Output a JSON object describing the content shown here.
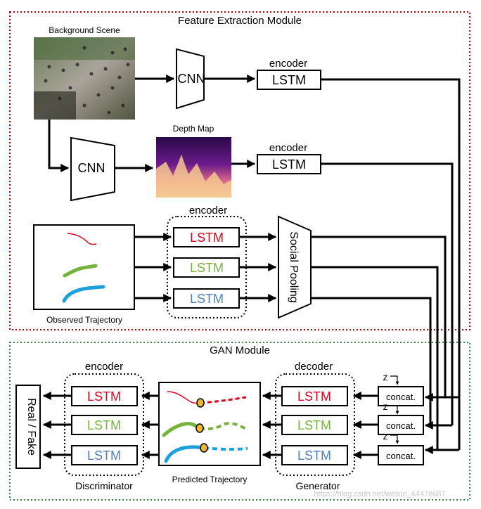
{
  "feature_module": {
    "title": "Feature Extraction Module",
    "background_scene_label": "Background Scene",
    "depth_map_label": "Depth Map",
    "cnn_top": "CNN",
    "cnn_mid": "CNN",
    "encoder_top_label": "encoder",
    "encoder_mid_label": "encoder",
    "encoder_traj_label": "encoder",
    "lstm_top": "LSTM",
    "lstm_mid": "LSTM",
    "traj_lstms": [
      "LSTM",
      "LSTM",
      "LSTM"
    ],
    "social_pooling": "Social Pooling",
    "observed_label": "Observed Trajectory"
  },
  "gan_module": {
    "title": "GAN Module",
    "discriminator_encoder_label": "encoder",
    "generator_decoder_label": "decoder",
    "discriminator_lstms": [
      "LSTM",
      "LSTM",
      "LSTM"
    ],
    "generator_lstms": [
      "LSTM",
      "LSTM",
      "LSTM"
    ],
    "real_fake": "Real / Fake",
    "discriminator_label": "Discriminator",
    "generator_label": "Generator",
    "predicted_label": "Predicted Trajectory",
    "concat_labels": [
      "concat.",
      "concat.",
      "concat."
    ],
    "z_labels": [
      "z",
      "z",
      "z"
    ]
  },
  "watermark": "https://blog.csdn.net/weixin_44478687",
  "colors": {
    "feature_border": "#c00000",
    "gan_border": "#2e8b3c",
    "red": "#e3001b",
    "green": "#74b43a",
    "blue": "#4e7fbf",
    "traj_blue": "#1ea0dc",
    "point": "#f2b632"
  }
}
